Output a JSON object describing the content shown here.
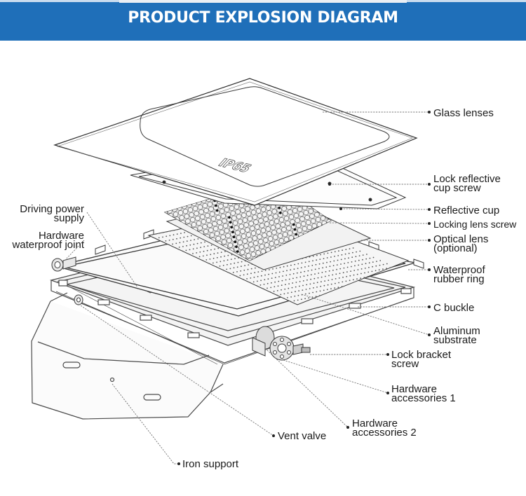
{
  "header": {
    "title": "PRODUCT EXPLOSION DIAGRAM",
    "background": "#1f6fb9"
  },
  "lens_marking": "IP65",
  "labels": {
    "glass_lenses": "Glass lenses",
    "lock_reflective_cup_screw": [
      "Lock reflective",
      "cup screw"
    ],
    "reflective_cup": "Reflective cup",
    "locking_lens_screw": "Locking lens screw",
    "optical_lens": [
      "Optical lens",
      "(optional)"
    ],
    "waterproof_rubber_ring": [
      "Waterproof",
      "rubber ring"
    ],
    "c_buckle": "C buckle",
    "aluminum_substrate": [
      "Aluminum",
      "substrate"
    ],
    "lock_bracket_screw": [
      "Lock bracket",
      "screw"
    ],
    "hardware_accessories_1": [
      "Hardware",
      "accessories 1"
    ],
    "hardware_accessories_2": [
      "Hardware",
      "accessories 2"
    ],
    "vent_valve": "Vent valve",
    "iron_support": "Iron support",
    "driving_power_supply": [
      "Driving power",
      "supply"
    ],
    "hardware_waterproof_joint": [
      "Hardware",
      "waterproof joint"
    ]
  },
  "colors": {
    "line": "#4a4a4a",
    "leader": "#777777"
  }
}
